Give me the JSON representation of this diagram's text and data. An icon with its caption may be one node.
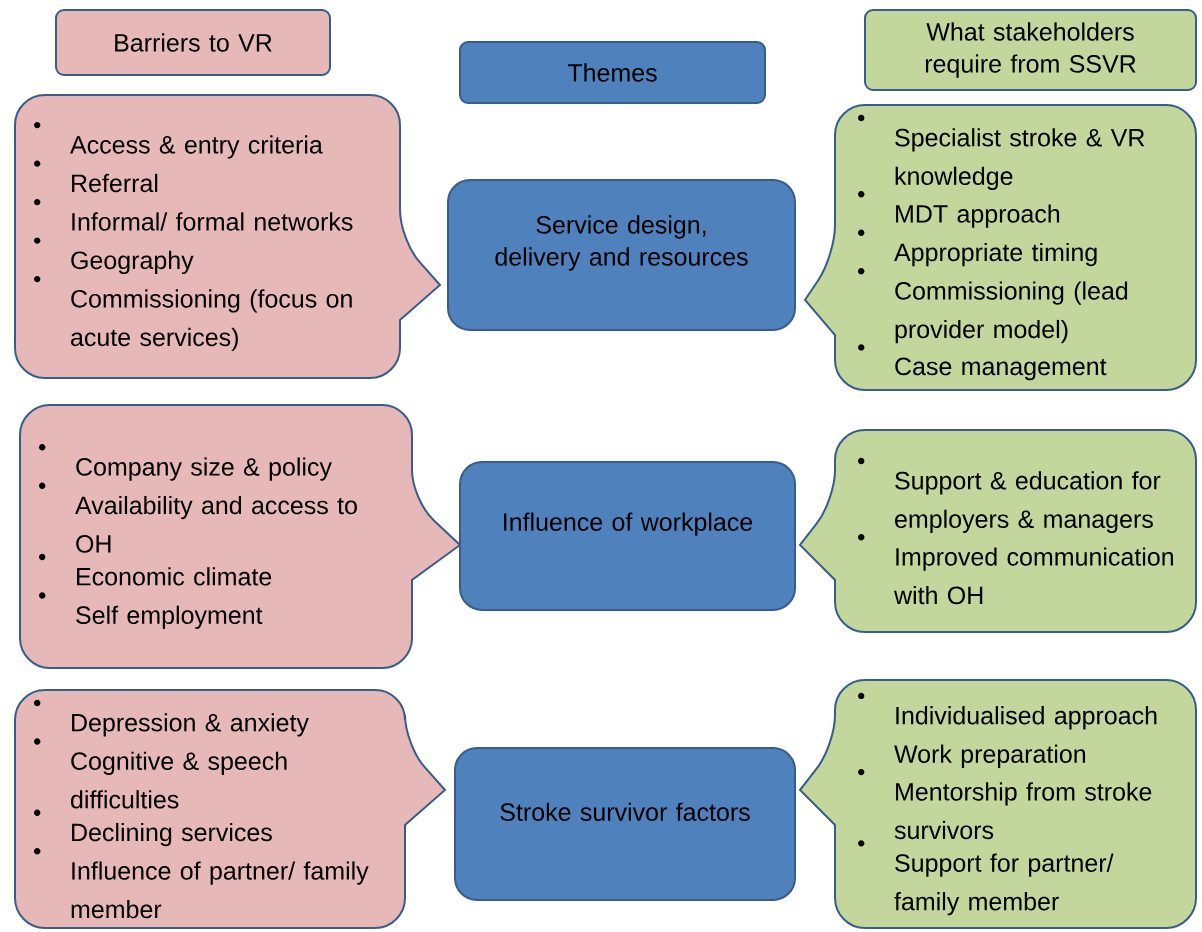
{
  "diagram": {
    "nodes": [
      {
        "text": [
          "Barriers to VR"
        ]
      },
      {
        "text": [
          "Themes"
        ]
      },
      {
        "text": [
          "What stakeholders require from SSVR"
        ]
      },
      {
        "text": [
          "Access & entry criteria",
          "Referral",
          "Informal/ formal networks",
          "Geography",
          "Commissioning (focus on acute services)"
        ]
      },
      {
        "text": [
          "Service design, delivery and resources"
        ]
      },
      {
        "text": [
          "Specialist stroke & VR knowledge",
          "MDT approach",
          "Appropriate timing",
          "Commissioning (lead provider model)",
          "Case management"
        ]
      },
      {
        "text": [
          "Company size & policy",
          "Availability and access to OH",
          "Economic climate",
          "Self employment"
        ]
      },
      {
        "text": [
          "Influence of workplace"
        ]
      },
      {
        "text": [
          "Support & education for employers & managers",
          "Improved communication with OH"
        ]
      },
      {
        "text": [
          "Depression & anxiety",
          "Cognitive & speech difficulties",
          "Declining services",
          "Influence of partner/ family member"
        ]
      },
      {
        "text": [
          "Stroke survivor factors"
        ]
      },
      {
        "text": [
          "Individualised approach Work preparation",
          "Mentorship from stroke survivors",
          "Support for partner/ family member"
        ]
      }
    ]
  }
}
